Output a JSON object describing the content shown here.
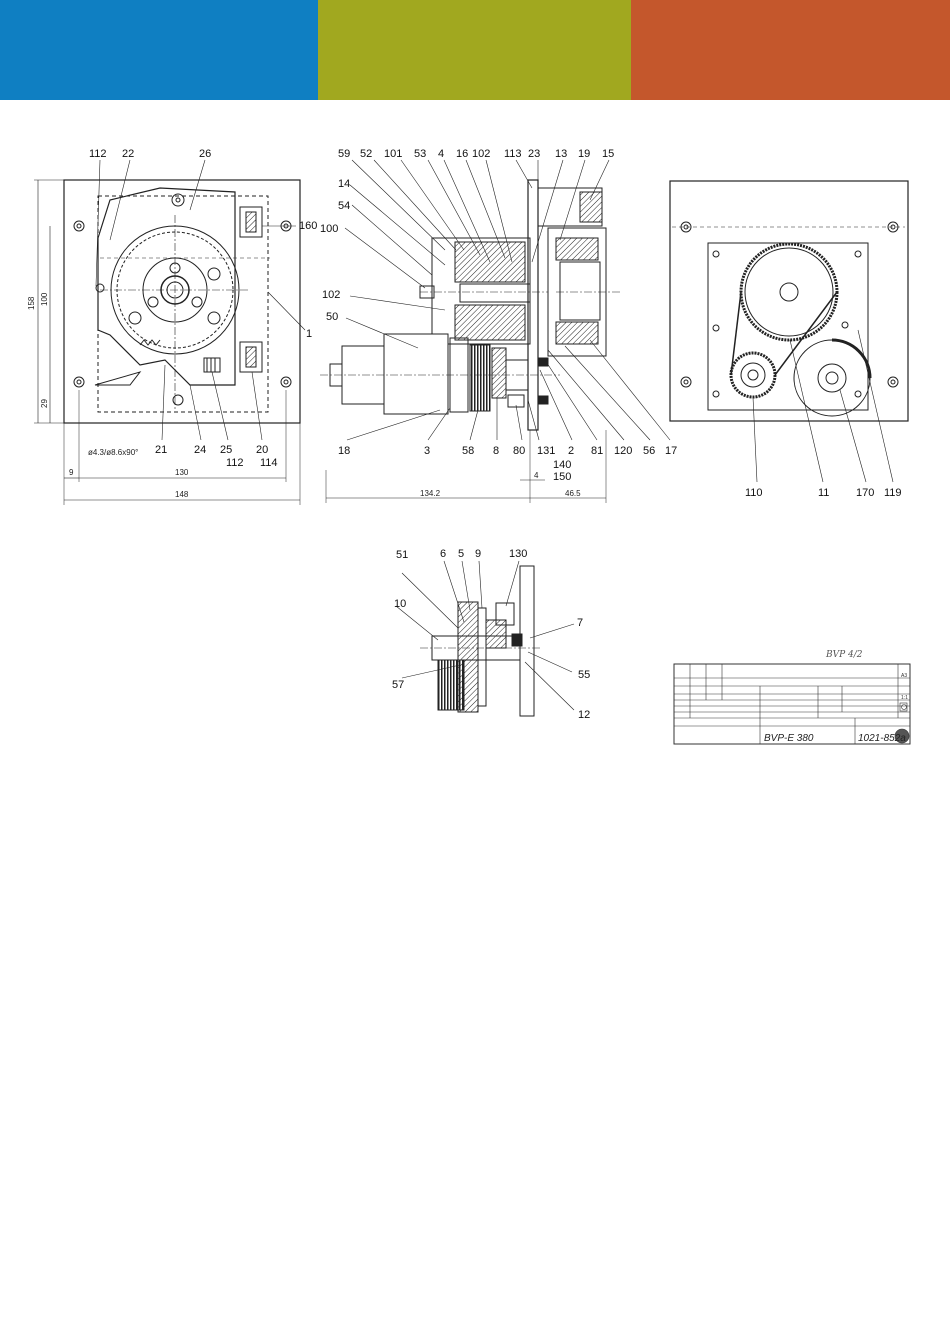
{
  "bands": [
    {
      "name": "band-blue",
      "color": "#0f7fc2"
    },
    {
      "name": "band-green",
      "color": "#a1a81f"
    },
    {
      "name": "band-orange",
      "color": "#c4572c"
    }
  ],
  "view_left": {
    "labels": {
      "l112a": "112",
      "l22": "22",
      "l26": "26",
      "l160": "160",
      "l1": "1",
      "l21": "21",
      "l24": "24",
      "l25": "25",
      "l20": "20",
      "l112b": "112",
      "l114": "114",
      "hole_note": "ø4.3/ø8.6x90°"
    },
    "dims": {
      "d158": "158",
      "d100": "100",
      "d29": "29",
      "d9": "9",
      "d130": "130",
      "d148": "148"
    }
  },
  "view_center": {
    "labels": {
      "l59": "59",
      "l52": "52",
      "l101": "101",
      "l53": "53",
      "l4": "4",
      "l16": "16",
      "l102a": "102",
      "l113": "113",
      "l23": "23",
      "l13": "13",
      "l19": "19",
      "l15": "15",
      "l14": "14",
      "l54": "54",
      "l100": "100",
      "l102b": "102",
      "l50": "50",
      "l18": "18",
      "l3": "3",
      "l58": "58",
      "l8": "8",
      "l80": "80",
      "l131": "131",
      "l2": "2",
      "l81": "81",
      "l120": "120",
      "l56": "56",
      "l17": "17",
      "l140": "140",
      "l150": "150"
    },
    "dims": {
      "d134": "134.2",
      "d4": "4",
      "d465": "46.5"
    }
  },
  "view_right": {
    "labels": {
      "l110": "110",
      "l11": "11",
      "l170": "170",
      "l119": "119"
    }
  },
  "view_detail": {
    "labels": {
      "l51": "51",
      "l6": "6",
      "l5": "5",
      "l9": "9",
      "l130": "130",
      "l10": "10",
      "l7": "7",
      "l57": "57",
      "l55": "55",
      "l12": "12"
    }
  },
  "title_block": {
    "handwritten": "BVP 4/2",
    "designation": "BVP-E 380",
    "drawing_no": "1021-852a",
    "scale": "1:1",
    "size": "A3"
  }
}
